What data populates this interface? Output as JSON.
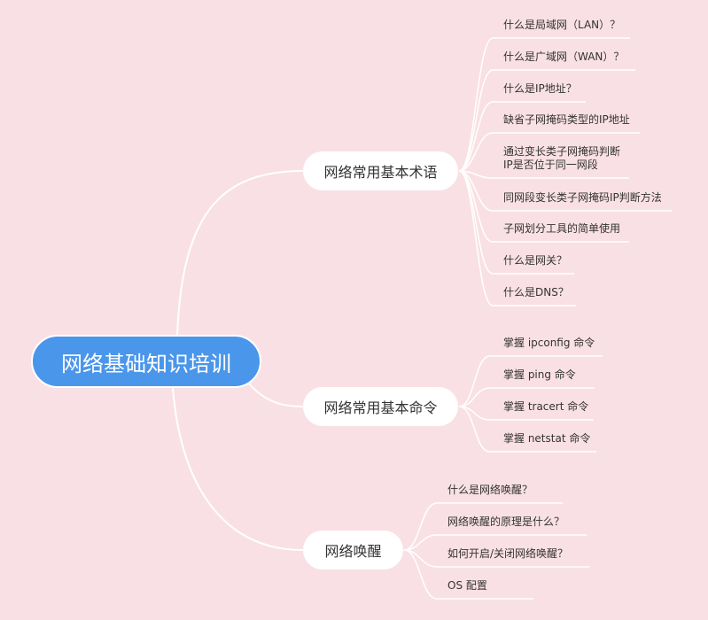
{
  "root": {
    "label": "网络基础知识培训"
  },
  "branches": [
    {
      "label": "网络常用基本术语",
      "leaves": [
        "什么是局域网（LAN）？",
        "什么是广域网（WAN）？",
        "什么是IP地址？",
        "缺省子网掩码类型的IP地址",
        "通过变长类子网掩码判断\nIP是否位于同一网段",
        "同网段变长类子网掩码IP判断方法",
        "子网划分工具的简单使用",
        "什么是网关？",
        "什么是DNS？"
      ]
    },
    {
      "label": "网络常用基本命令",
      "leaves": [
        "掌握 ipconfig 命令",
        "掌握 ping 命令",
        "掌握 tracert 命令",
        "掌握 netstat 命令"
      ]
    },
    {
      "label": "网络唤醒",
      "leaves": [
        "什么是网络唤醒？",
        "网络唤醒的原理是什么？",
        "如何开启/关闭网络唤醒？",
        "OS 配置"
      ]
    }
  ],
  "colors": {
    "background": "#f9e0e4",
    "root": "#4a96ea",
    "line": "#ffffff"
  }
}
